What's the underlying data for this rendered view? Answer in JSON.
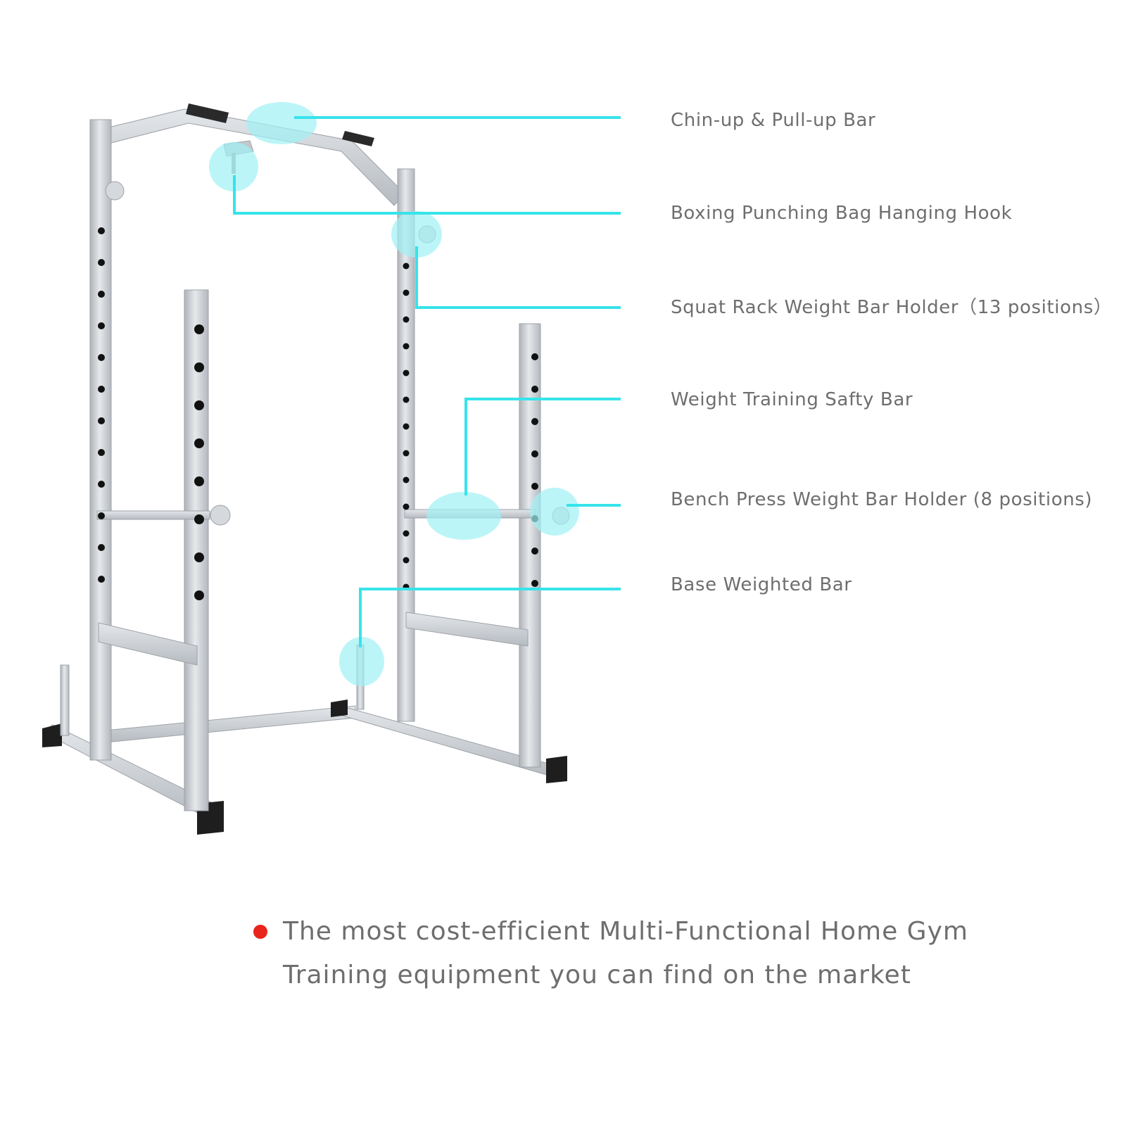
{
  "callouts": [
    {
      "id": "chinup",
      "label": "Chin-up & Pull-up Bar"
    },
    {
      "id": "hook",
      "label": "Boxing Punching Bag Hanging Hook"
    },
    {
      "id": "squat",
      "label": "Squat Rack Weight Bar Holder（13 positions）"
    },
    {
      "id": "safety",
      "label": "Weight Training Safty Bar"
    },
    {
      "id": "bench",
      "label": "Bench Press Weight Bar Holder (8 positions)"
    },
    {
      "id": "base",
      "label": "Base Weighted Bar"
    }
  ],
  "tagline": {
    "line1": "The most cost-efficient Multi-Functional Home Gym",
    "line2": "Training equipment you can find on the market"
  },
  "colors": {
    "callout_line": "#37e3ea",
    "highlight": "#9ff1f5",
    "frame": "#c9ced4",
    "frame_dark": "#a9aeb4",
    "foot": "#1e1e1e",
    "bullet": "#e8241c"
  }
}
